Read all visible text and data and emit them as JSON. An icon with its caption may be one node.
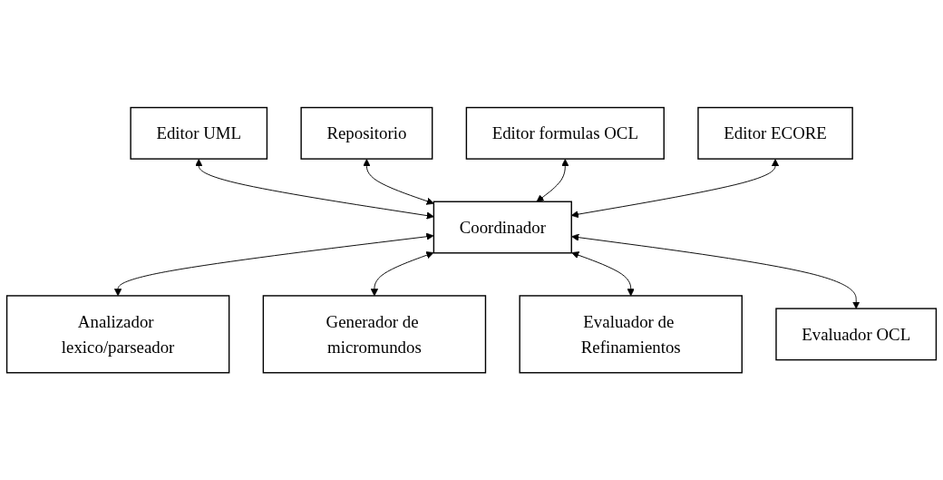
{
  "diagram": {
    "nodes": [
      {
        "text": [
          "Editor UML"
        ]
      },
      {
        "text": [
          "Repositorio"
        ]
      },
      {
        "text": [
          "Editor formulas OCL"
        ]
      },
      {
        "text": [
          "Editor ECORE"
        ]
      },
      {
        "text": [
          "Coordinador"
        ]
      },
      {
        "text": [
          "Analizador lexico/parseador"
        ]
      },
      {
        "text": [
          "Generador de micromundos"
        ]
      },
      {
        "text": [
          "Evaluador de Refinamientos"
        ]
      },
      {
        "text": [
          "Evaluador OCL"
        ]
      }
    ],
    "edges": [
      {
        "from": 0,
        "to": 4,
        "arrow": "both"
      },
      {
        "from": 1,
        "to": 4,
        "arrow": "both"
      },
      {
        "from": 2,
        "to": 4,
        "arrow": "both"
      },
      {
        "from": 3,
        "to": 4,
        "arrow": "both"
      },
      {
        "from": 4,
        "to": 5,
        "arrow": "both"
      },
      {
        "from": 4,
        "to": 6,
        "arrow": "both"
      },
      {
        "from": 4,
        "to": 7,
        "arrow": "both"
      },
      {
        "from": 4,
        "to": 8,
        "arrow": "both"
      }
    ]
  }
}
